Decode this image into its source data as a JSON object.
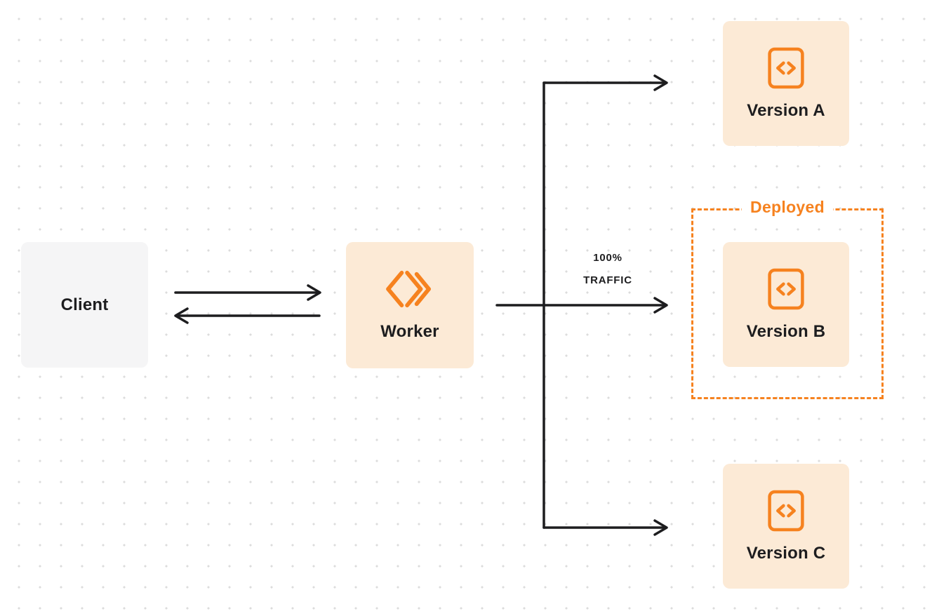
{
  "diagram": {
    "client": {
      "label": "Client"
    },
    "worker": {
      "label": "Worker"
    },
    "traffic_label": {
      "line1": "100%",
      "line2": "TRAFFIC"
    },
    "deployed_label": "Deployed",
    "versions": [
      {
        "id": "version-a",
        "label": "Version A"
      },
      {
        "id": "version-b",
        "label": "Version B"
      },
      {
        "id": "version-c",
        "label": "Version C"
      }
    ],
    "colors": {
      "orange": "#f6821f",
      "cream": "#fcead6",
      "client_bg": "#f5f5f6",
      "text": "#1d1d1f",
      "arrow": "#1d1d1f",
      "dot": "#dcdcdc"
    }
  }
}
